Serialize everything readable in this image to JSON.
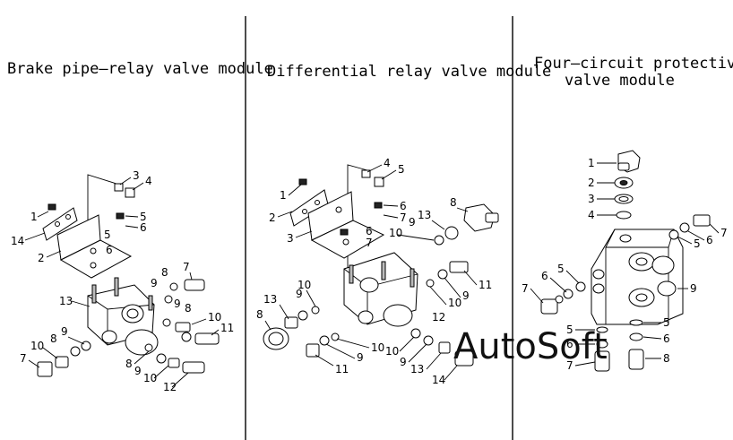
{
  "modules": {
    "brake": {
      "title": "Brake pipe—relay valve module"
    },
    "differential": {
      "title": "Differential relay valve module"
    },
    "four_circuit": {
      "title_line1": "Four—circuit protective",
      "title_line2": "valve module"
    }
  },
  "callouts": {
    "brake": [
      "1",
      "14",
      "2",
      "3",
      "4",
      "5",
      "6",
      "5",
      "6",
      "13",
      "8",
      "9",
      "7",
      "8",
      "9",
      "10",
      "11",
      "9",
      "8",
      "10",
      "7",
      "8",
      "9",
      "10",
      "12"
    ],
    "differential": [
      "1",
      "2",
      "3",
      "4",
      "5",
      "6",
      "7",
      "6",
      "7",
      "13",
      "8",
      "9",
      "10",
      "10",
      "11",
      "9",
      "10",
      "12",
      "13",
      "8",
      "10",
      "9",
      "11",
      "10",
      "9",
      "13",
      "14",
      "9"
    ],
    "four_circuit": [
      "1",
      "2",
      "3",
      "4",
      "7",
      "6",
      "5",
      "5",
      "6",
      "7",
      "9",
      "5",
      "6",
      "7",
      "5",
      "6",
      "8"
    ]
  },
  "watermark": "AutoSoft"
}
